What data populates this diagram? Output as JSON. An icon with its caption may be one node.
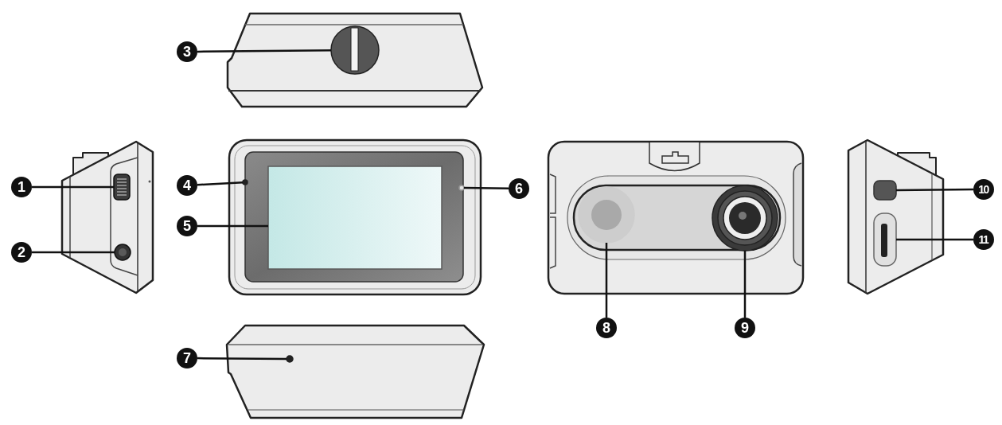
{
  "diagram": {
    "nodes": [
      {
        "text": [
          "1"
        ]
      },
      {
        "text": [
          "2"
        ]
      },
      {
        "text": [
          "3"
        ]
      },
      {
        "text": [
          "4"
        ]
      },
      {
        "text": [
          "5"
        ]
      },
      {
        "text": [
          "6"
        ]
      },
      {
        "text": [
          "7"
        ]
      },
      {
        "text": [
          "8"
        ]
      },
      {
        "text": [
          "9"
        ]
      },
      {
        "text": [
          "10"
        ]
      },
      {
        "text": [
          "11"
        ]
      },
      {
        "text": [],
        "shape": "box"
      },
      {
        "text": [],
        "shape": "circle"
      },
      {
        "text": [],
        "shape": "circle"
      },
      {
        "text": [],
        "shape": "circle"
      },
      {
        "text": [],
        "shape": "box"
      },
      {
        "text": [],
        "shape": "circle"
      },
      {
        "text": [],
        "shape": "circle"
      },
      {
        "text": [],
        "shape": "circle"
      },
      {
        "text": [],
        "shape": "circle"
      },
      {
        "text": [],
        "shape": "box"
      },
      {
        "text": [],
        "shape": "box"
      }
    ],
    "edges": [
      {
        "from": 0,
        "to": 11,
        "arrow": "none"
      },
      {
        "from": 1,
        "to": 12,
        "arrow": "none"
      },
      {
        "from": 2,
        "to": 13,
        "arrow": "none"
      },
      {
        "from": 3,
        "to": 14,
        "arrow": "none"
      },
      {
        "from": 4,
        "to": 15,
        "arrow": "none"
      },
      {
        "from": 5,
        "to": 16,
        "arrow": "none"
      },
      {
        "from": 6,
        "to": 17,
        "arrow": "none"
      },
      {
        "from": 7,
        "to": 18,
        "arrow": "none"
      },
      {
        "from": 8,
        "to": 19,
        "arrow": "none"
      },
      {
        "from": 9,
        "to": 20,
        "arrow": "none"
      },
      {
        "from": 10,
        "to": 21,
        "arrow": "none"
      }
    ]
  }
}
